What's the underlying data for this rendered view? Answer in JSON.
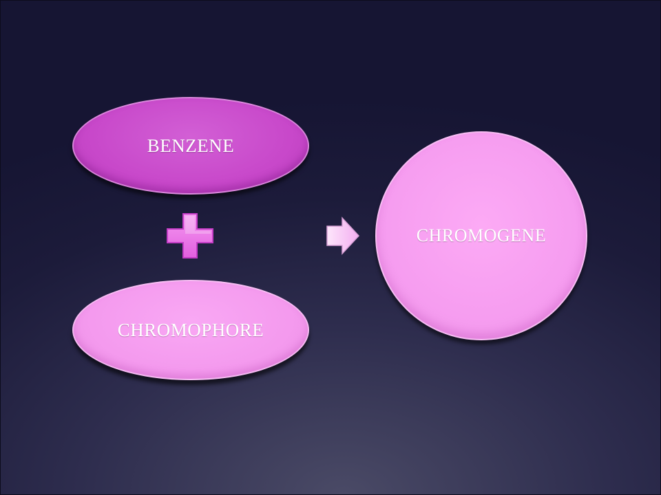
{
  "diagram": {
    "nodes": {
      "benzene": {
        "label": "BENZENE",
        "shape": "ellipse",
        "color": "#c848ca"
      },
      "chromophore": {
        "label": "CHROMOPHORE",
        "shape": "ellipse",
        "color": "#f49aee"
      },
      "chromogene": {
        "label": "CHROMOGENE",
        "shape": "circle",
        "color": "#f69df0"
      }
    },
    "connectors": {
      "plus": {
        "icon": "plus-icon",
        "color": "#ec6ee8"
      },
      "arrow": {
        "icon": "arrow-right-icon",
        "color": "#f7c2f3"
      }
    },
    "edges": [
      {
        "from": "benzene",
        "to": "chromogene",
        "via": "plus"
      },
      {
        "from": "chromophore",
        "to": "chromogene",
        "via": "plus"
      }
    ],
    "background_color": "#1c1b3a"
  }
}
